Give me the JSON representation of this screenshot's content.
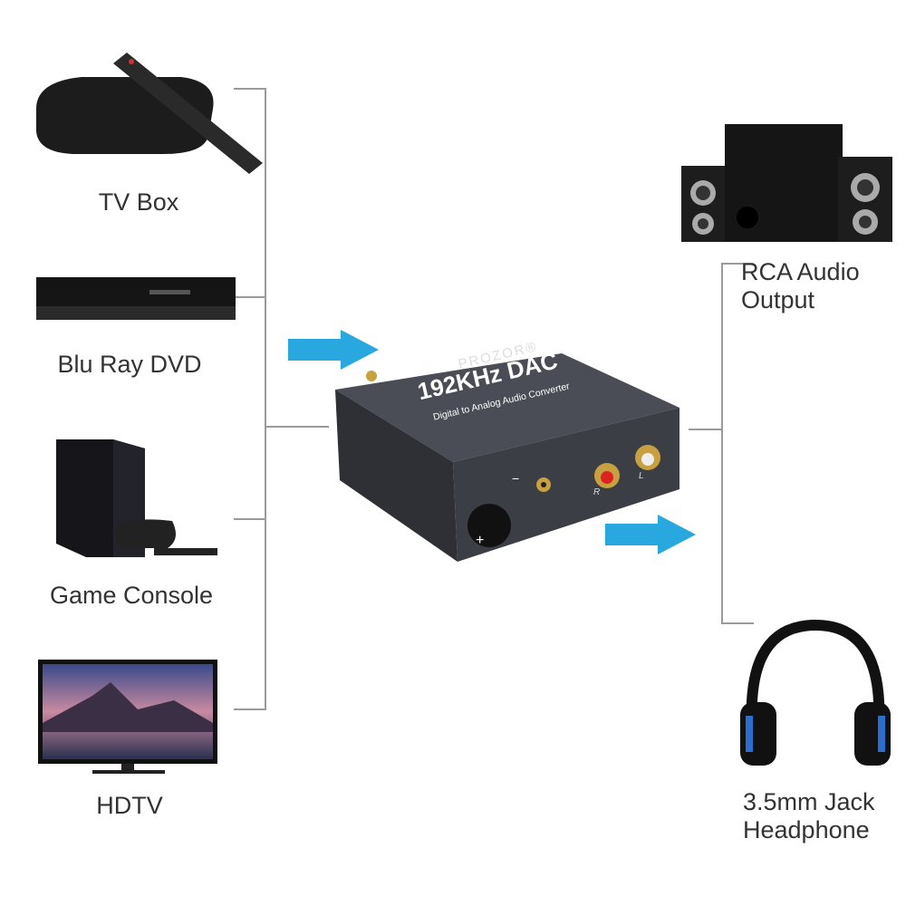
{
  "sources": [
    {
      "label": "TV Box",
      "icon": "tv-box-icon"
    },
    {
      "label": "Blu Ray DVD",
      "icon": "blu-ray-player-icon"
    },
    {
      "label": "Game Console",
      "icon": "game-console-icon"
    },
    {
      "label": "HDTV",
      "icon": "hdtv-icon"
    }
  ],
  "device": {
    "brand": "PROZOR®",
    "title": "192KHz DAC",
    "subtitle": "Digital to Analog Audio Converter",
    "port_r": "R",
    "port_l": "L",
    "volume_plus": "+",
    "volume_minus": "−"
  },
  "outputs": [
    {
      "line1": "RCA Audio",
      "line2": "Output",
      "icon": "speakers-icon"
    },
    {
      "line1": "3.5mm Jack",
      "line2": "Headphone",
      "icon": "headphone-icon"
    }
  ],
  "colors": {
    "arrow": "#29a8e0",
    "connector": "#9a9a9a",
    "device": "#3b3e45"
  }
}
